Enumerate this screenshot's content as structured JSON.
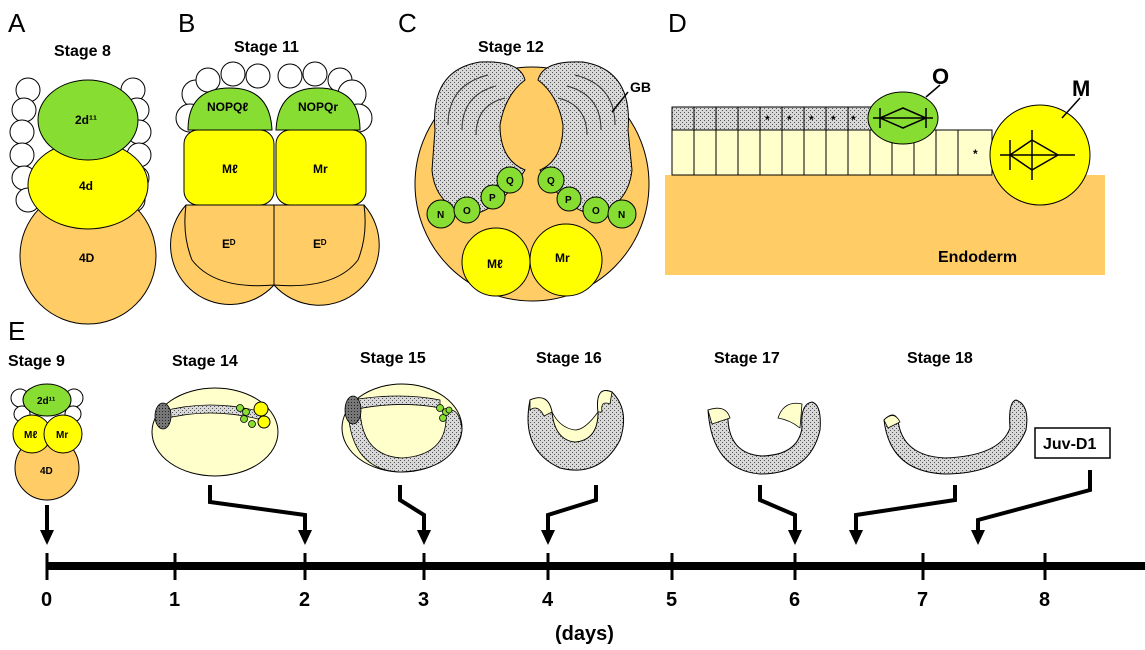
{
  "panels": {
    "A": {
      "letter": "A",
      "stage": "Stage 8",
      "cells": [
        "2d¹¹",
        "4d",
        "4D"
      ]
    },
    "B": {
      "letter": "B",
      "stage": "Stage 11",
      "cells": [
        "NOPQℓ",
        "NOPQr",
        "Mℓ",
        "Mr",
        "Eᴰ",
        "Eᴰ"
      ]
    },
    "C": {
      "letter": "C",
      "stage": "Stage 12",
      "label_gb": "GB",
      "cells_left": [
        "N",
        "O",
        "P",
        "Q"
      ],
      "cells_right": [
        "Q",
        "P",
        "O",
        "N"
      ],
      "m_cells": [
        "Mℓ",
        "Mr"
      ]
    },
    "D": {
      "letter": "D",
      "label_o": "O",
      "label_m": "M",
      "label_endoderm": "Endoderm",
      "asterisk": "*"
    },
    "E": {
      "letter": "E",
      "stages": [
        "Stage 9",
        "Stage 14",
        "Stage 15",
        "Stage 16",
        "Stage 17",
        "Stage 18"
      ],
      "stage9_cells": [
        "2d¹¹",
        "Mℓ",
        "Mr",
        "4D"
      ],
      "juvenile": "Juv-D1",
      "axis_label": "(days)",
      "ticks": [
        "0",
        "1",
        "2",
        "3",
        "4",
        "5",
        "6",
        "7",
        "8"
      ]
    }
  },
  "colors": {
    "green": "#88dd33",
    "yellow": "#ffff00",
    "orange": "#ffcc66",
    "pale_yellow": "#ffffcc",
    "gray": "#bbbbbb"
  }
}
